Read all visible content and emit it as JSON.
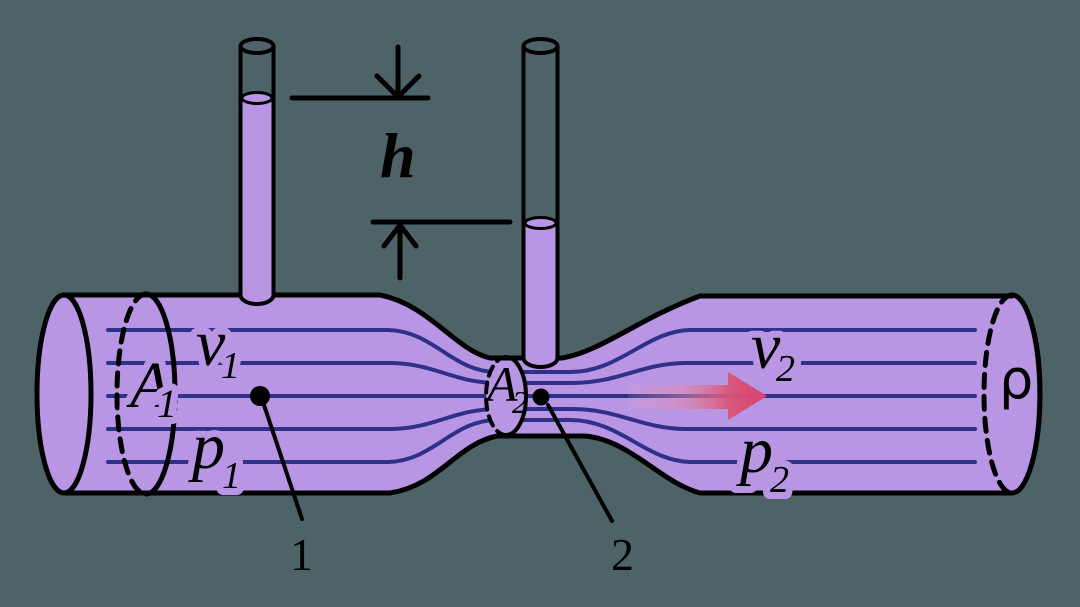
{
  "figure": {
    "name": "Venturi tube flow diagram with two manometer tubes",
    "colors": {
      "background": "#4d6367",
      "pipe_fill": "#b996e4",
      "outline": "#000000",
      "streamline": "#2e3187",
      "arrow_head": "#d8406a",
      "arrow_tail": "#e8a2bd"
    },
    "labels": {
      "height": "h",
      "area1": {
        "base": "A",
        "sub": "1"
      },
      "area2": {
        "base": "A",
        "sub": "2"
      },
      "velocity1": {
        "base": "v",
        "sub": "1"
      },
      "velocity2": {
        "base": "v",
        "sub": "2"
      },
      "pressure1": {
        "base": "p",
        "sub": "1"
      },
      "pressure2": {
        "base": "p",
        "sub": "2"
      },
      "density": "ρ",
      "point1": "1",
      "point2": "2"
    }
  }
}
